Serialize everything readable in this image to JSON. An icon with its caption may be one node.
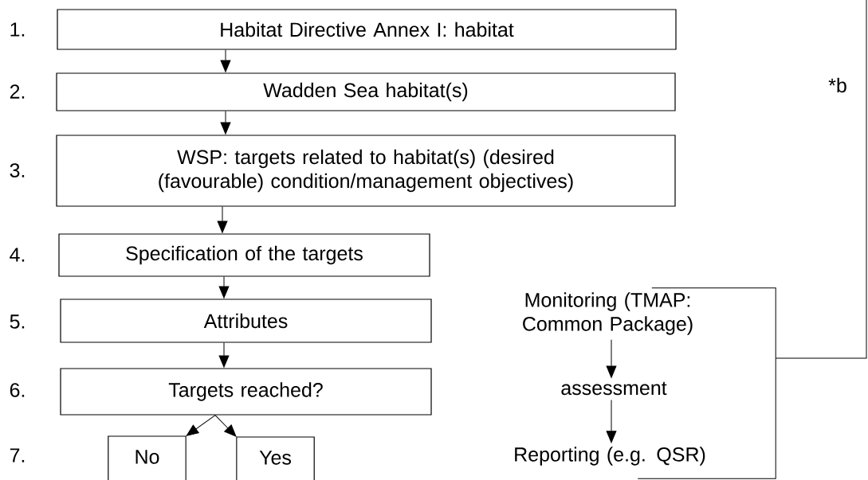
{
  "diagram": {
    "nodes": [
      {
        "text": [
          "Habitat Directive Annex I: habitat"
        ]
      },
      {
        "text": [
          "Wadden Sea habitat(s)"
        ]
      },
      {
        "text": [
          "WSP: targets related to habitat(s) (desired (favourable) condition/management objectives)"
        ]
      },
      {
        "text": [
          "Specification of the targets"
        ]
      },
      {
        "text": [
          "Attributes"
        ]
      },
      {
        "text": [
          "Targets reached?"
        ]
      },
      {
        "text": [
          "No"
        ]
      },
      {
        "text": [
          "Yes"
        ]
      },
      {
        "text": [
          "Monitoring (TMAP: Common Package)"
        ]
      },
      {
        "text": [
          "assessment"
        ]
      },
      {
        "text": [
          "Reporting (e.g. QSR)"
        ]
      },
      {
        "text": [],
        "shape": "bracket"
      }
    ],
    "edges": [
      {
        "from": 0,
        "to": 1,
        "arrow": "to"
      },
      {
        "from": 1,
        "to": 2,
        "arrow": "to"
      },
      {
        "from": 2,
        "to": 3,
        "arrow": "to"
      },
      {
        "from": 3,
        "to": 4,
        "arrow": "to"
      },
      {
        "from": 4,
        "to": 5,
        "arrow": "to"
      },
      {
        "from": 5,
        "to": 6,
        "arrow": "to"
      },
      {
        "from": 5,
        "to": 7,
        "arrow": "to"
      },
      {
        "from": 8,
        "to": 9,
        "arrow": "to"
      },
      {
        "from": 9,
        "to": 10,
        "arrow": "to"
      },
      {
        "from": 11,
        "to": null,
        "arrow": "none"
      }
    ],
    "labels": [
      "1.",
      "*b",
      "2.",
      "3.",
      "4.",
      "5.",
      "6.",
      "7."
    ]
  }
}
